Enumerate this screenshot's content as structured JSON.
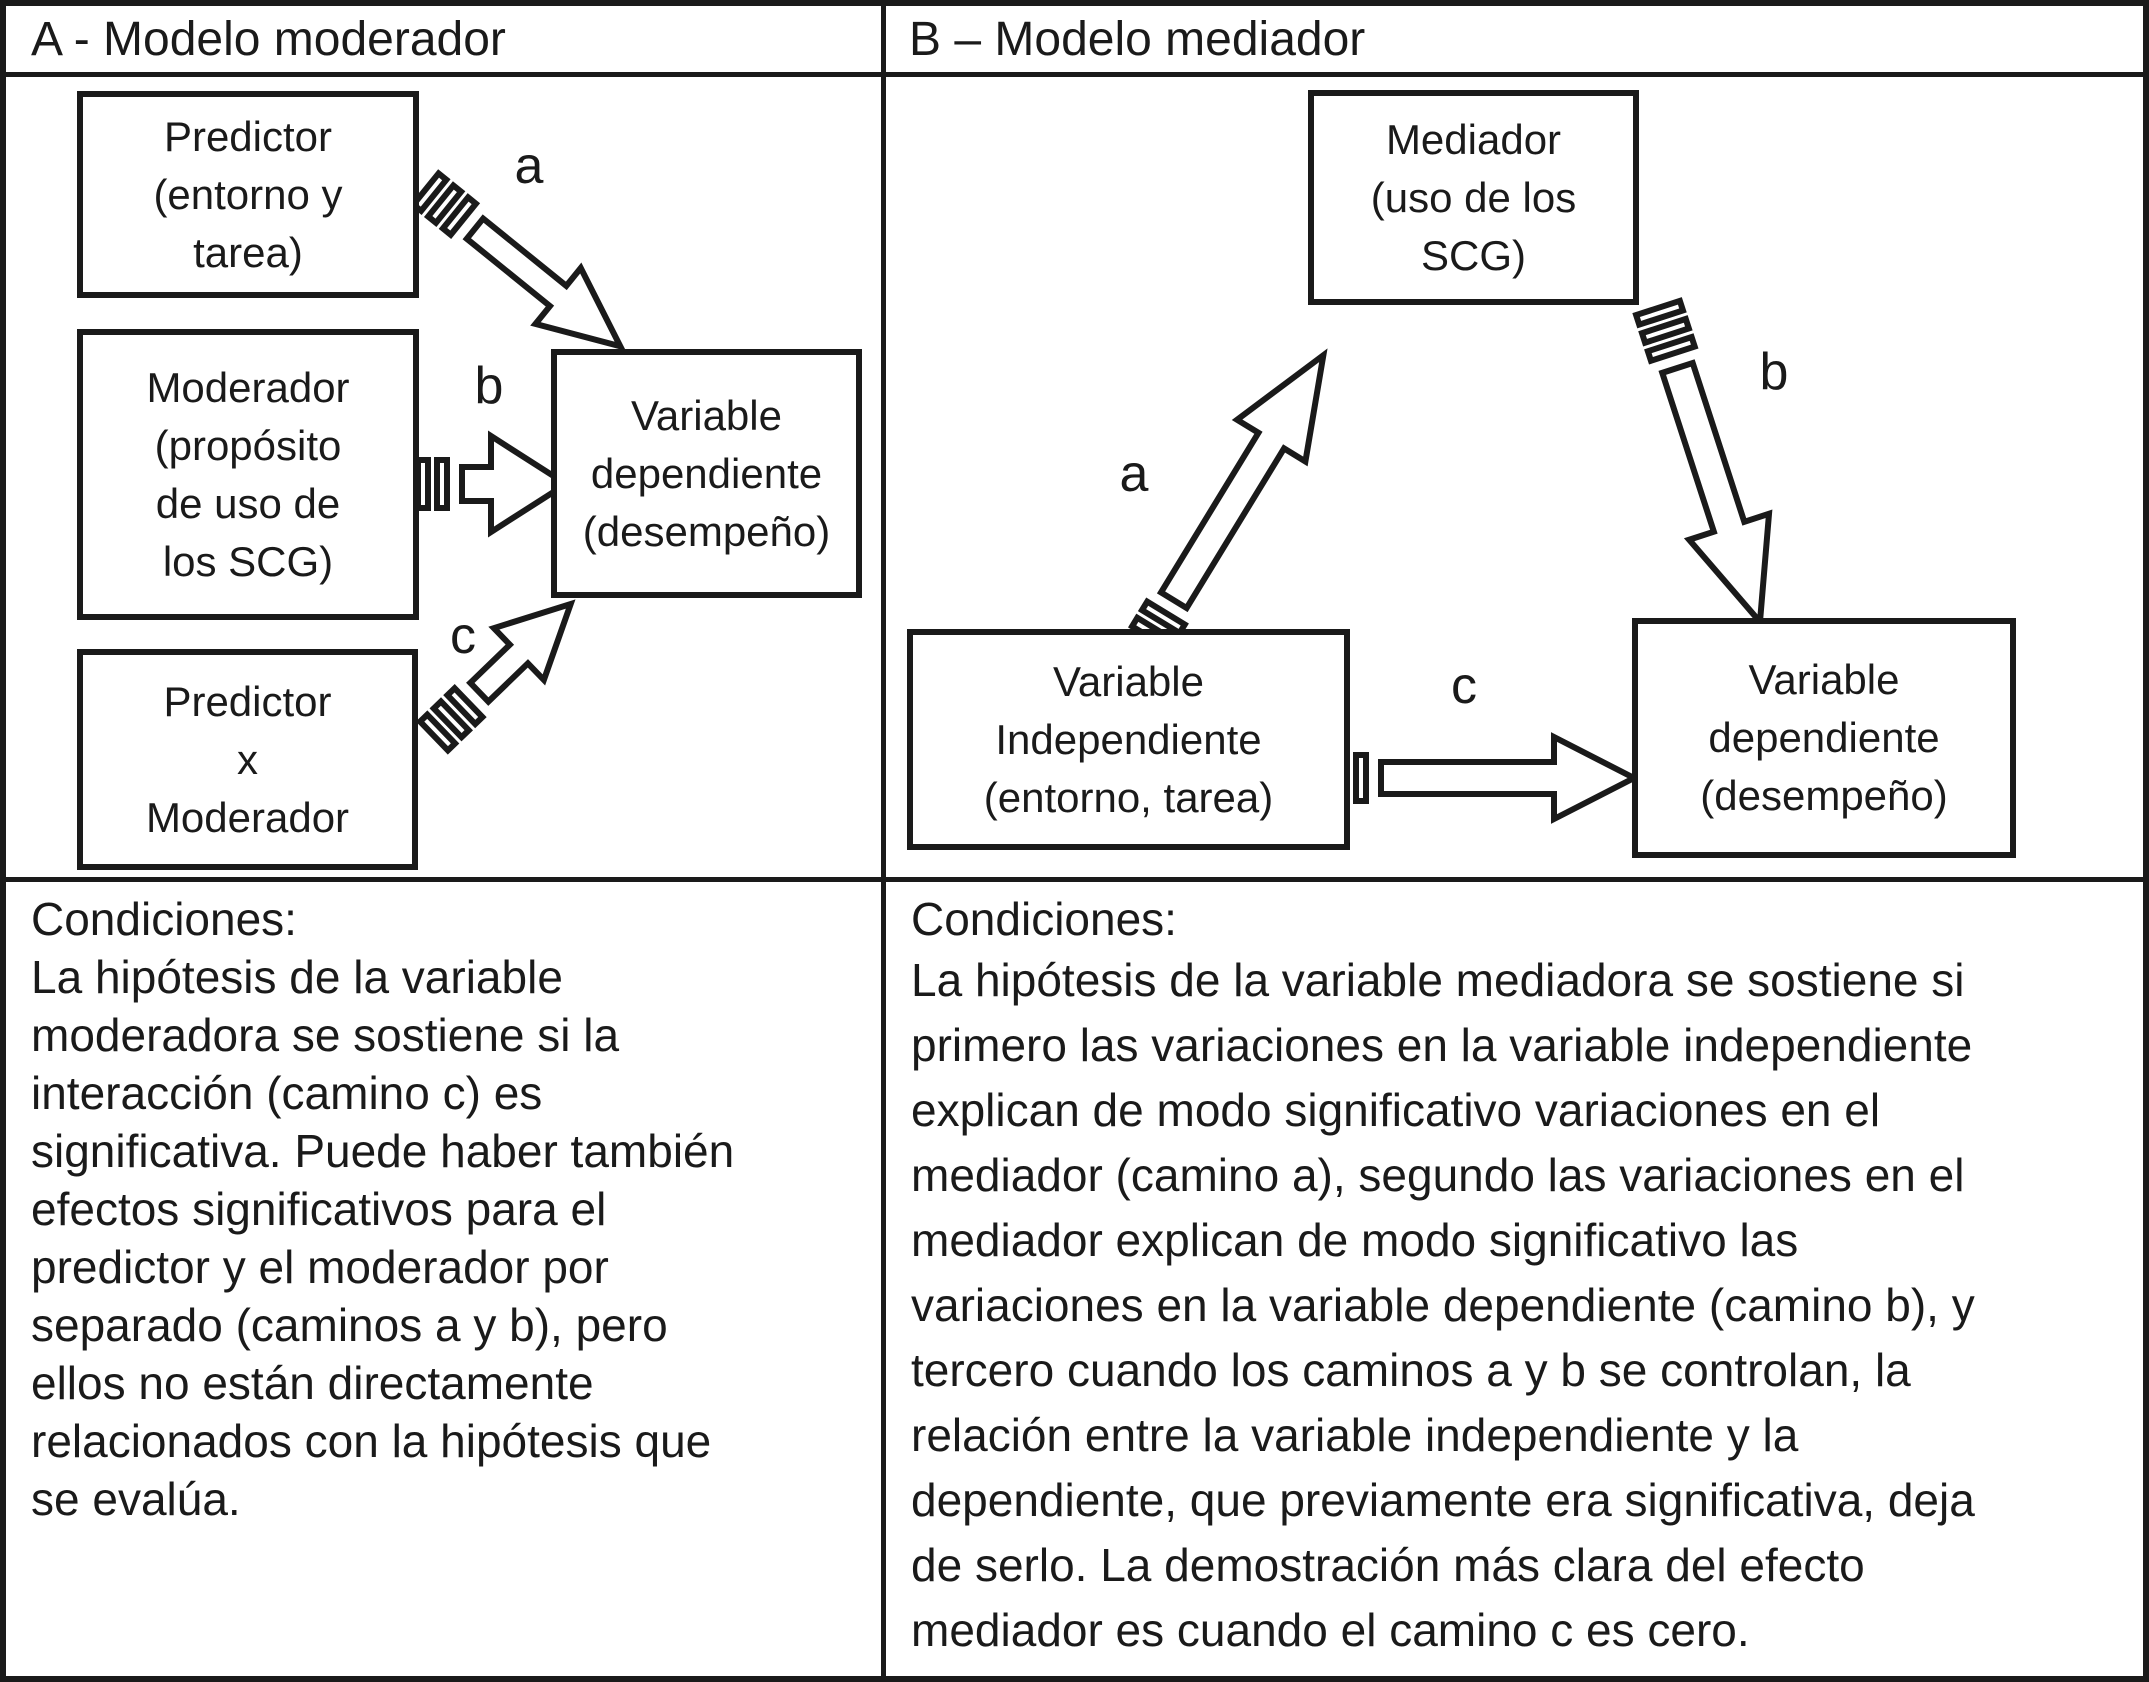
{
  "figure": {
    "panel_a": {
      "title": "A - Modelo moderador",
      "boxes": {
        "predictor": "Predictor\n(entorno y\ntarea)",
        "moderador": "Moderador\n(propósito\nde uso de\nlos SCG)",
        "interaccion": "Predictor\nx\nModerador",
        "dependiente": "Variable\ndependiente\n(desempeño)"
      },
      "path_labels": {
        "a": "a",
        "b": "b",
        "c": "c"
      },
      "conditions_heading": "Condiciones:",
      "conditions_text": "La hipótesis de la variable\nmoderadora se sostiene si la\ninteracción (camino c) es\nsignificativa. Puede haber también\nefectos significativos para el\npredictor y el moderador  por\nseparado (caminos a y b), pero\nellos no están directamente\nrelacionados con la hipótesis que\nse evalúa."
    },
    "panel_b": {
      "title": "B – Modelo mediador",
      "boxes": {
        "mediador": "Mediador\n(uso de los\nSCG)",
        "independiente": "Variable\nIndependiente\n(entorno, tarea)",
        "dependiente": "Variable\ndependiente\n(desempeño)"
      },
      "path_labels": {
        "a": "a",
        "b": "b",
        "c": "c"
      },
      "conditions_heading": "Condiciones:",
      "conditions_text": "La hipótesis de la variable mediadora se sostiene si\nprimero las variaciones en la variable independiente\nexplican de modo significativo variaciones en el\nmediador (camino a), segundo las variaciones en el\nmediador explican de modo significativo las\nvariaciones en la variable dependiente (camino b), y\ntercero cuando los caminos a y b se controlan, la\nrelación entre la variable independiente y la\ndependiente, que previamente era significativa, deja\nde serlo. La demostración más clara del efecto\nmediador es cuando el camino c es cero."
    },
    "colors": {
      "ink": "#1a1a1a",
      "background": "#ffffff"
    }
  }
}
